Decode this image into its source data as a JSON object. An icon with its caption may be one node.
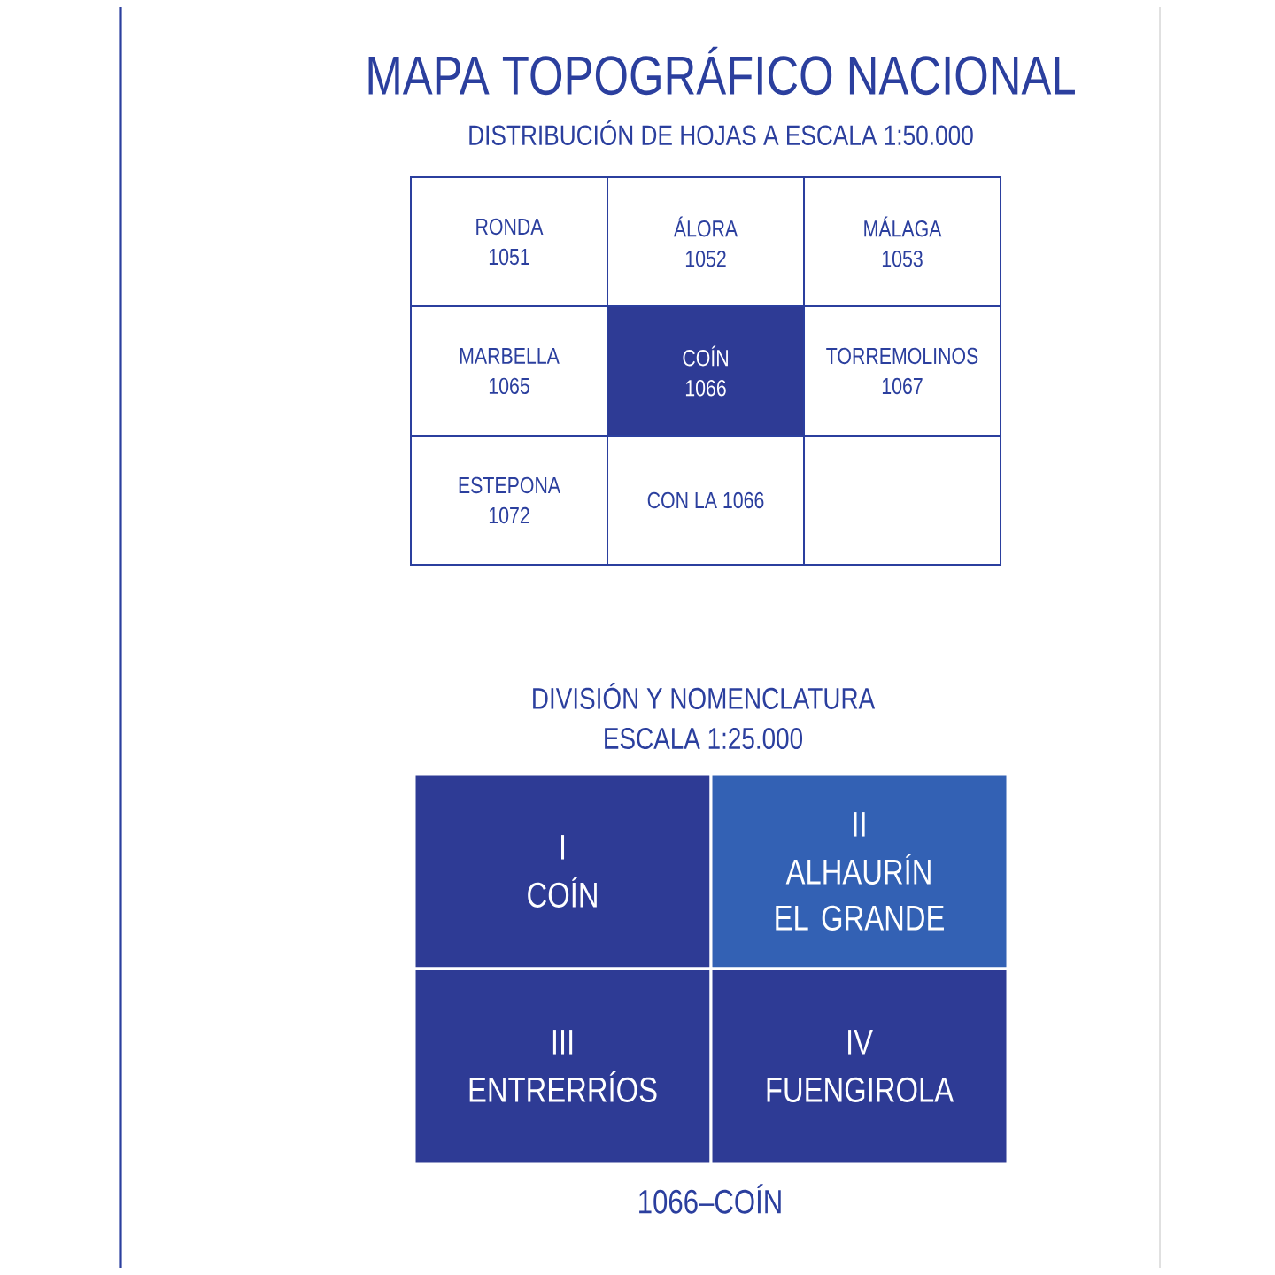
{
  "diagram": {
    "title": "MAPA TOPOGRÁFICO  NACIONAL",
    "nodes": [
      {
        "text": [
          "RONDA",
          "1051"
        ]
      },
      {
        "text": [
          "ÁLORA",
          "1052"
        ]
      },
      {
        "text": [
          "MÁLAGA",
          "1053"
        ]
      },
      {
        "text": [
          "MARBELLA",
          "1065"
        ]
      },
      {
        "text": [
          "COÍN",
          "1066"
        ]
      },
      {
        "text": [
          "TORREMOLINOS",
          "1067"
        ]
      },
      {
        "text": [
          "ESTEPONA",
          "1072"
        ]
      },
      {
        "text": [
          "CON LA 1066"
        ]
      },
      {
        "text": [],
        "shape": "box"
      },
      {
        "text": [
          "I",
          "COÍN"
        ]
      },
      {
        "text": [
          "II",
          "ALHAURÍN EL GRANDE"
        ]
      },
      {
        "text": [
          "III",
          "ENTRERRÍOS"
        ]
      },
      {
        "text": [
          "IV",
          "FUENGIROLA"
        ]
      }
    ],
    "labels": [
      "DISTRIBUCIÓN  DE HOJAS A ESCALA 1:50.000",
      "DIVISIÓN Y NOMENCLATURA",
      "ESCALA 1:25.000"
    ],
    "caption": "1066–COÍN"
  }
}
